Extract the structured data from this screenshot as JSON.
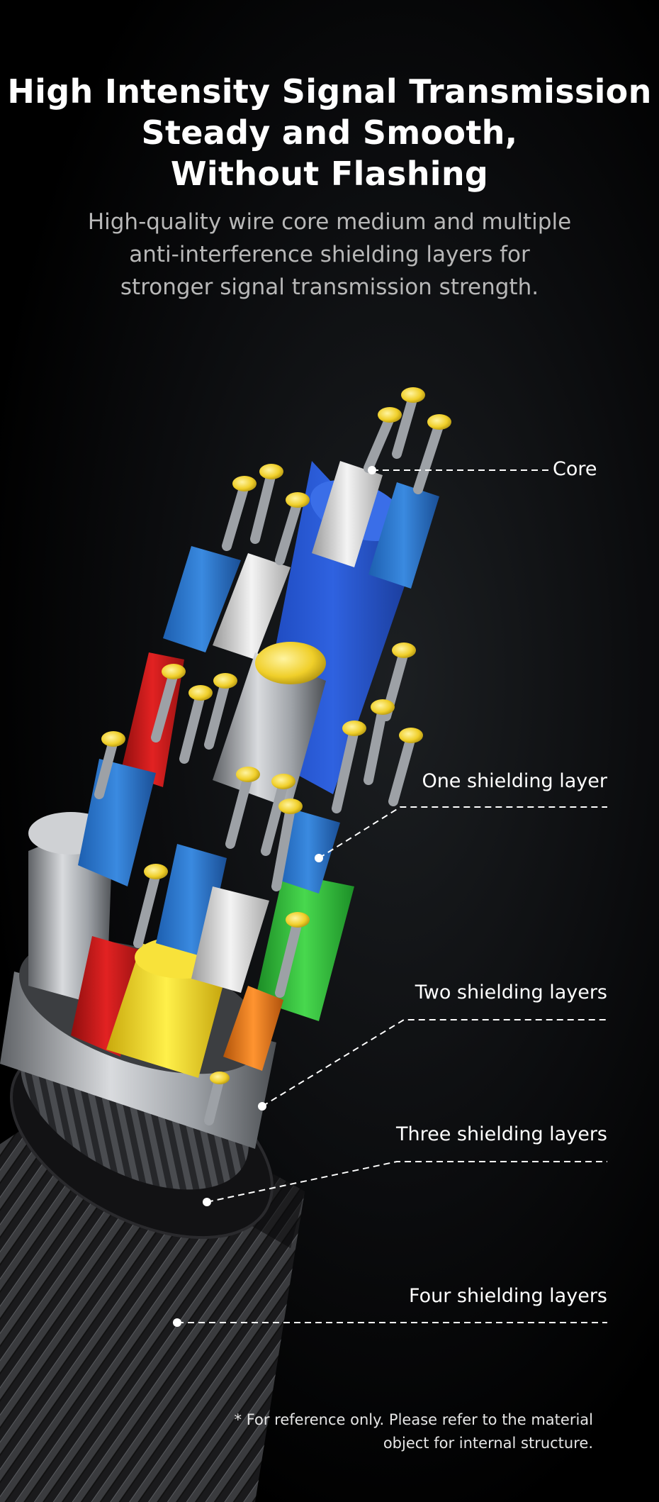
{
  "header": {
    "title_lines": [
      "High Intensity Signal Transmission",
      "Steady and Smooth,",
      "Without Flashing"
    ],
    "subtitle_lines": [
      "High-quality wire core medium and multiple",
      "anti-interference shielding layers for",
      "stronger signal transmission strength."
    ]
  },
  "callouts": {
    "core": "Core",
    "one_layer": "One shielding layer",
    "two_layers": "Two shielding layers",
    "three_layers": "Three shielding layers",
    "four_layers": "Four shielding layers"
  },
  "footnote_lines": [
    "* For reference only. Please refer to the material",
    "object for internal structure."
  ],
  "colors": {
    "background": "#000000",
    "text": "#ffffff",
    "subtitle": "#b8b8b8",
    "wire_blue": "#2f7fd4",
    "wire_red": "#d41e1e",
    "wire_yellow": "#f2d21a",
    "wire_green": "#2fbf3a",
    "wire_orange": "#f07a12",
    "wire_white": "#e8e8e8",
    "conductor_gold": "#f1d23a",
    "shield_silver": "#a9adb2"
  }
}
